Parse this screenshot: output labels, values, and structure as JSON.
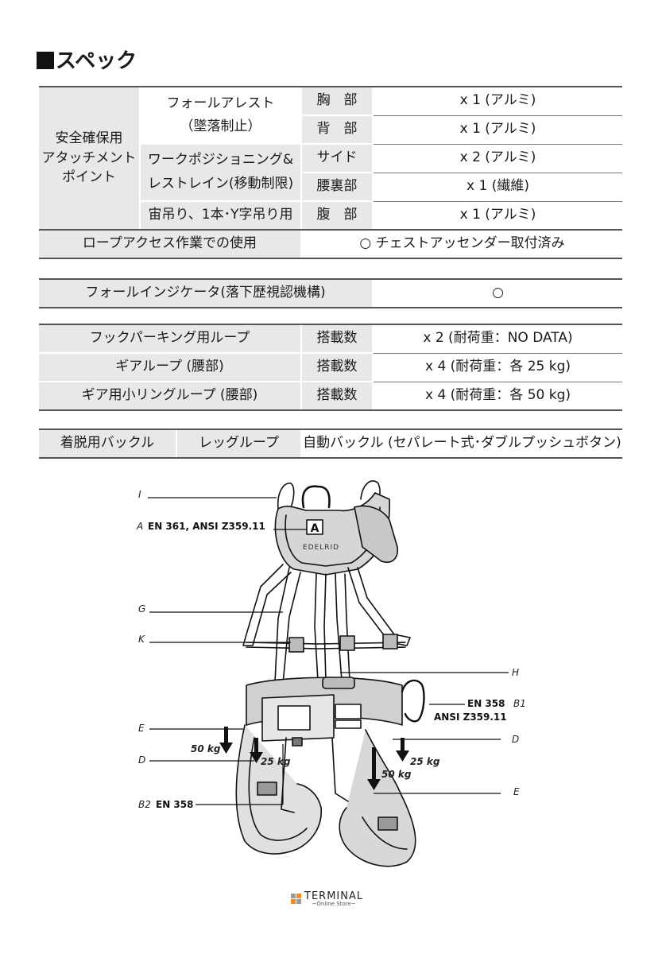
{
  "title": "スペック",
  "attachment": {
    "group_label": "安全確保用\nアタッチメント\nポイント",
    "fall_arrest": "フォールアレスト\n（墜落制止）",
    "work_positioning": "ワークポジショニング&\nレストレイン(移動制限)",
    "suspension": "宙吊り、1本･Y字吊り用",
    "rows": [
      {
        "part": "胸　部",
        "value": "x 1 (アルミ)"
      },
      {
        "part": "背　部",
        "value": "x 1 (アルミ)"
      },
      {
        "part": "サイド",
        "value": "x 2 (アルミ)"
      },
      {
        "part": "腰裏部",
        "value": "x 1 (繊維)"
      },
      {
        "part": "腹　部",
        "value": "x 1 (アルミ)"
      }
    ],
    "rope_access_label": "ロープアクセス作業での使用",
    "rope_access_value": "○ チェストアッセンダー取付済み"
  },
  "fall_indicator": {
    "label": "フォールインジケータ(落下歴視認機構)",
    "value": "○"
  },
  "loops": [
    {
      "label": "フックパーキング用ループ",
      "count_label": "搭載数",
      "value": "x 2 (耐荷重：NO DATA)"
    },
    {
      "label": "ギアループ (腰部)",
      "count_label": "搭載数",
      "value": "x 4 (耐荷重：各 25 kg)"
    },
    {
      "label": "ギア用小リングループ (腰部)",
      "count_label": "搭載数",
      "value": "x 4 (耐荷重：各 50 kg)"
    }
  ],
  "buckle": {
    "label": "着脱用バックル",
    "sub_label": "レッグループ",
    "value": "自動バックル (セパレート式･ダブルプッシュボタン)"
  },
  "diagram": {
    "label_I": "I",
    "label_A": "A",
    "label_A_std": "EN 361, ANSI Z359.11",
    "label_A_tag": "A",
    "brand": "EDELRID",
    "label_G": "G",
    "label_K": "K",
    "label_H": "H",
    "label_B1_std": "EN 358",
    "label_B1": "B1",
    "label_B1_std2": "ANSI Z359.11",
    "label_E_left": "E",
    "label_50kg_left": "50 kg",
    "label_D_left": "D",
    "label_25kg_left": "25 kg",
    "label_B2": "B2",
    "label_B2_std": "EN 358",
    "label_D_right": "D",
    "label_25kg_right": "25 kg",
    "label_50kg_right": "50 kg",
    "label_E_right": "E"
  },
  "footer": {
    "brand": "TERMINAL",
    "sub": "~Online Store~"
  },
  "colors": {
    "cell_gray": "#e8e8e8",
    "rule": "#555555",
    "logo_orange": "#f08a24",
    "logo_gray": "#9a9a9a"
  }
}
